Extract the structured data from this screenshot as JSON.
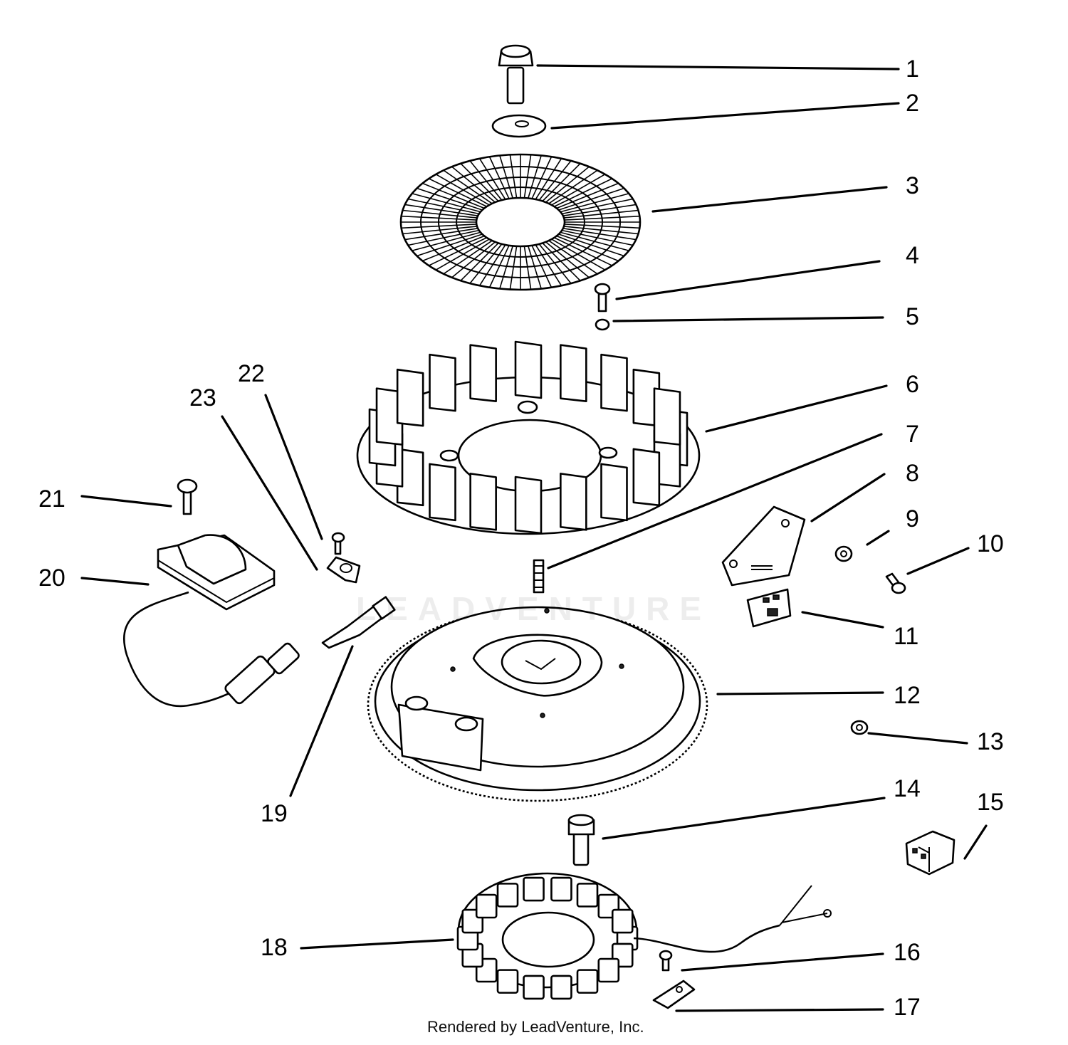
{
  "callouts": [
    "1",
    "2",
    "3",
    "4",
    "5",
    "6",
    "7",
    "8",
    "9",
    "10",
    "11",
    "12",
    "13",
    "14",
    "15",
    "16",
    "17",
    "18",
    "19",
    "20",
    "21",
    "22",
    "23"
  ],
  "credit": "Rendered by LeadVenture, Inc.",
  "watermark": "LEADVENTURE",
  "colors": {
    "ink": "#000000",
    "paper": "#ffffff"
  }
}
